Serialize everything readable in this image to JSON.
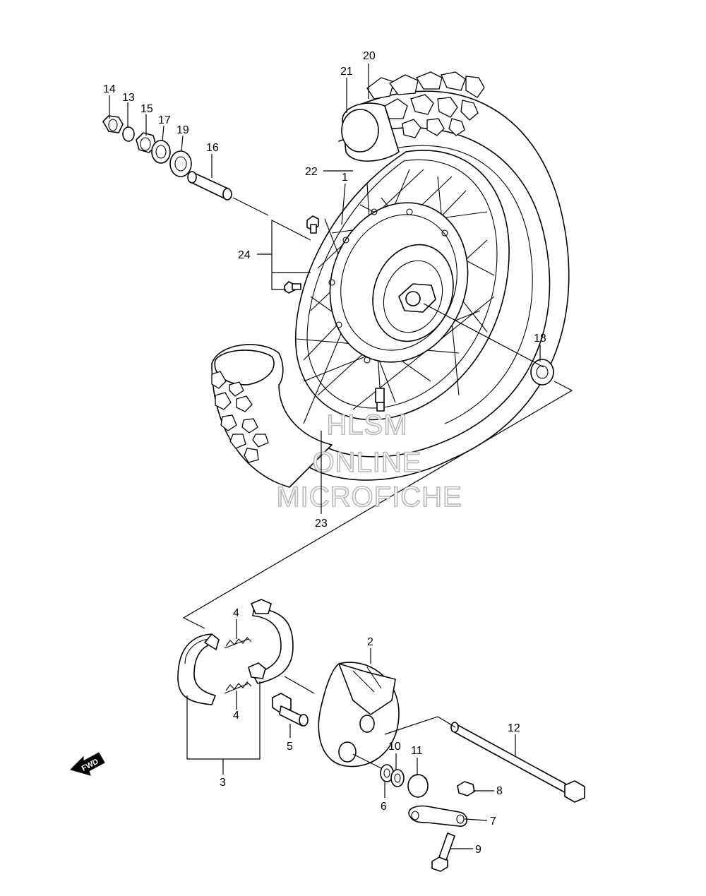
{
  "labels": {
    "p1": "1",
    "p2": "2",
    "p3": "3",
    "p4a": "4",
    "p4b": "4",
    "p5": "5",
    "p6": "6",
    "p7": "7",
    "p8": "8",
    "p9": "9",
    "p10": "10",
    "p11": "11",
    "p12": "12",
    "p13": "13",
    "p14": "14",
    "p15": "15",
    "p16": "16",
    "p17": "17",
    "p18": "18",
    "p19": "19",
    "p20": "20",
    "p21": "21",
    "p22": "22",
    "p23": "23",
    "p24": "24"
  },
  "watermark": {
    "line1": "HLSM",
    "line2": "ONLINE",
    "line3": "MICROFICHE"
  },
  "fwd_arrow": {
    "text": "FWD"
  }
}
